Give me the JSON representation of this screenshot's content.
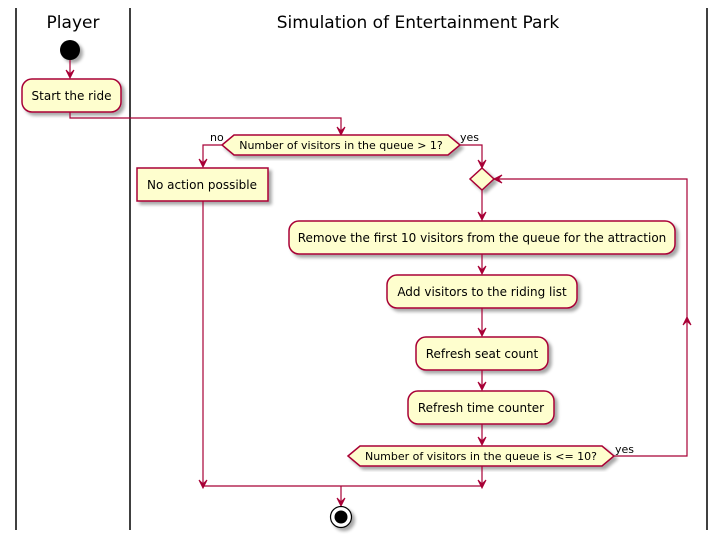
{
  "lanes": {
    "player": "Player",
    "simulation": "Simulation of Entertainment Park"
  },
  "activities": {
    "start_ride": "Start the ride",
    "no_action": "No action possible",
    "remove_visitors": "Remove the first 10 visitors from the queue for the attraction",
    "add_visitors": "Add visitors to the riding list",
    "refresh_seat": "Refresh seat count",
    "refresh_time": "Refresh time counter"
  },
  "decisions": {
    "queue_gt_1": "Number of visitors in the queue > 1?",
    "queue_le_10": "Number of visitors in the queue is <= 10?"
  },
  "branch_labels": {
    "no": "no",
    "yes": "yes",
    "loop_yes": "yes"
  },
  "colors": {
    "node_fill": "#FEFECE",
    "edge": "#A80036",
    "lane_line": "#000000"
  }
}
